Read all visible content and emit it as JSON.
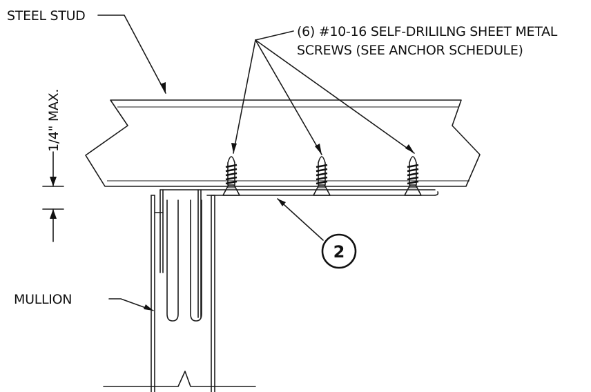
{
  "labels": {
    "steel_stud": "STEEL STUD",
    "screws_line1": "(6) #10-16  SELF-DRILILNG SHEET METAL",
    "screws_line2": "SCREWS (SEE ANCHOR SCHEDULE)",
    "max_gap": "1/4\" MAX.",
    "mullion": "MULLION",
    "detail_tag": "2"
  }
}
